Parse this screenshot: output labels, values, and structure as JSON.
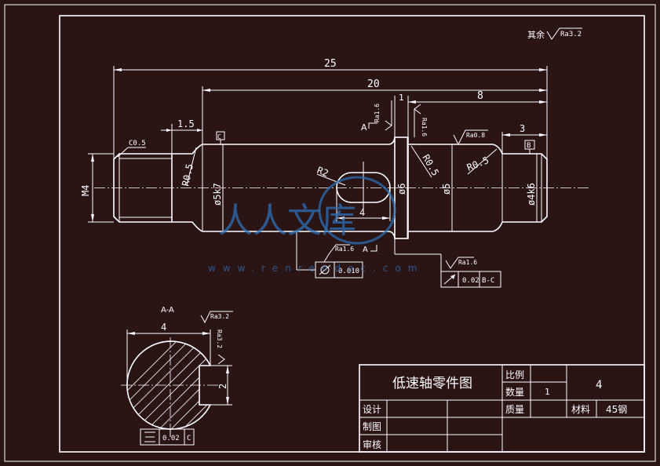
{
  "note": {
    "prefix": "其余",
    "roughness": "Ra3.2"
  },
  "dims": {
    "overall": "25",
    "body": "20",
    "right_step": "8",
    "collar": "1",
    "left_step": "1.5",
    "right_end": "3",
    "keyway_len": "4",
    "dia_left": "M4",
    "dia_main": "ø5k7",
    "dia_collar": "ø6",
    "dia_mid": "ø5",
    "dia_right": "ø4k6",
    "chamfer": "C0.5",
    "r_left": "R0.5",
    "r_key": "R2",
    "r_collar": "R0.5",
    "r_right": "R0.5",
    "sec_width": "4",
    "sec_depth": "2"
  },
  "rough": {
    "collar_left": "Ra1.6",
    "collar_right": "Ra1.6",
    "right_shaft": "Ra0.8",
    "tol1": "Ra1.6",
    "tol2": "Ra1.6",
    "sec_top": "Ra3.2",
    "sec_side": "Ra3.2"
  },
  "datums": {
    "c": "C",
    "b": "B"
  },
  "section": {
    "marker": "A",
    "title": "A-A"
  },
  "tolerances": {
    "runout": {
      "value": "0.010",
      "ref": "A"
    },
    "collar_runout": {
      "value": "0.02",
      "ref": "B-C"
    },
    "symmetry": {
      "value": "0.02",
      "ref": "C"
    }
  },
  "title_block": {
    "name": "低速轴零件图",
    "scale_label": "比例",
    "scale_value": "4",
    "qty_label": "数量",
    "qty_value": "1",
    "mass_label": "质量",
    "material_label": "材料",
    "material_value": "45钢",
    "design_label": "设计",
    "draw_label": "制图",
    "check_label": "审核"
  },
  "watermark": {
    "text": "人人文库",
    "url": "www.renrendoc.com"
  }
}
